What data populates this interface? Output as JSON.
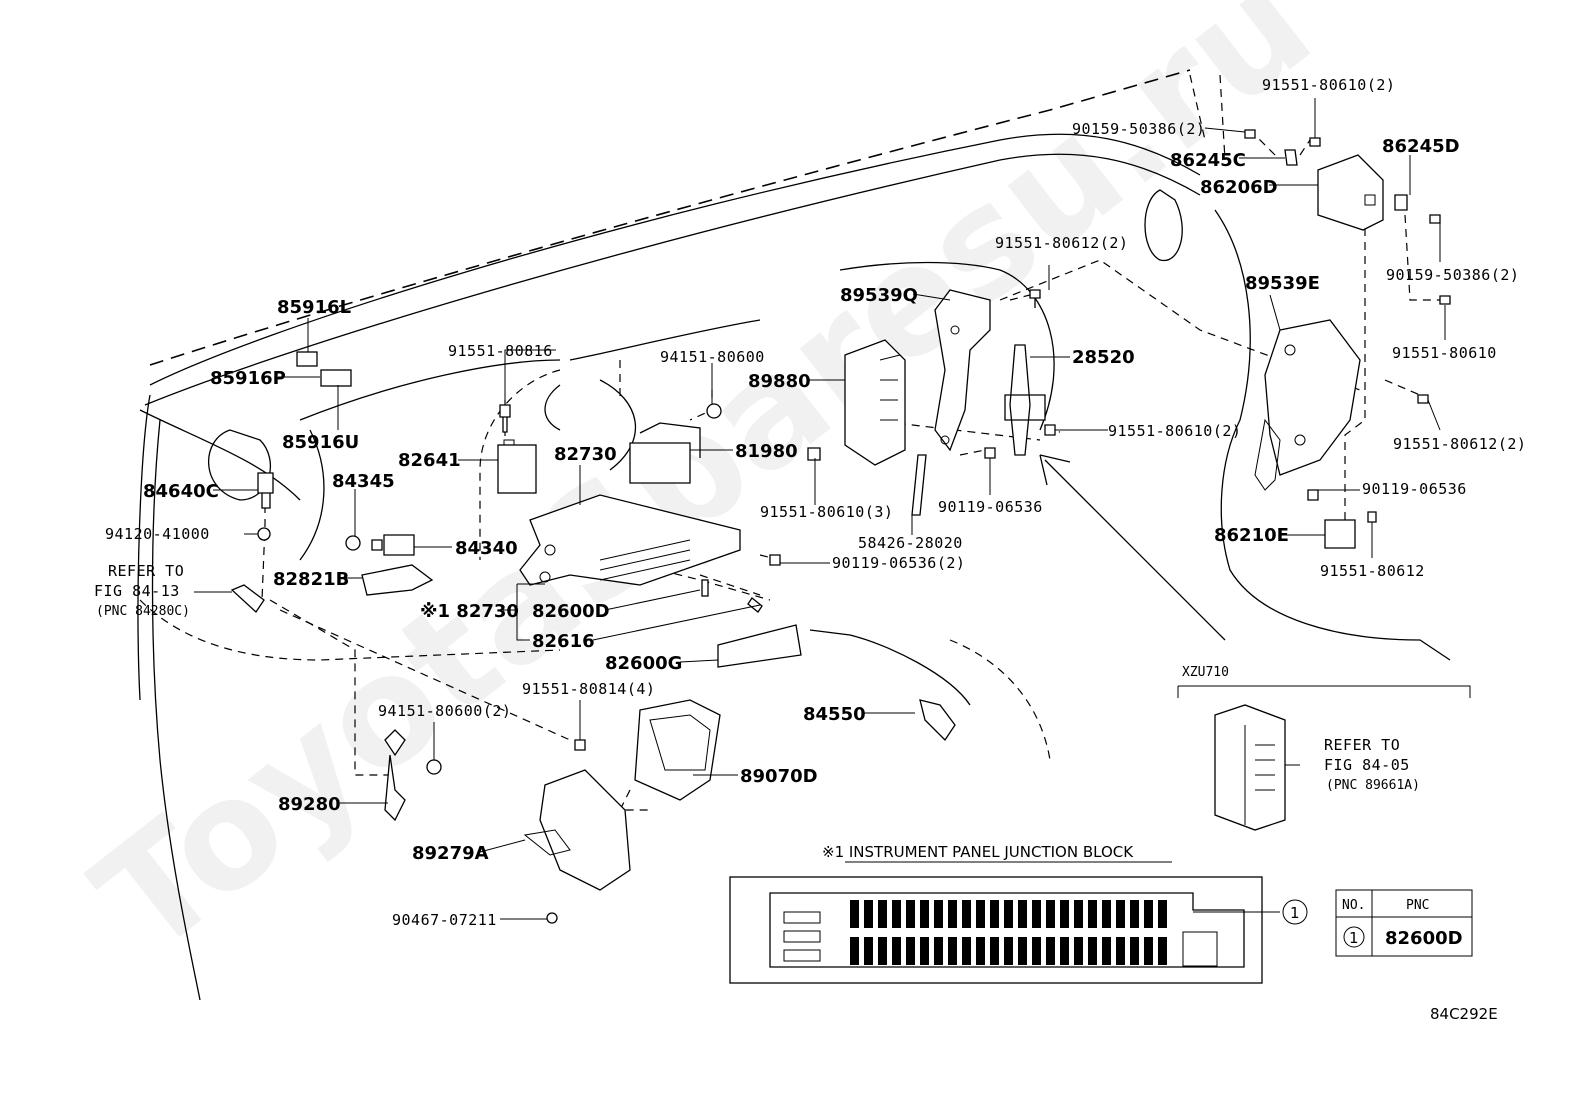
{
  "watermark": "ToyotaSparesu.ru",
  "diagram_code": "84C292E",
  "labels": {
    "p85916L": "85916L",
    "p85916P": "85916P",
    "p85916U": "85916U",
    "p91551_80816": "91551-80816",
    "p94151_80600": "94151-80600",
    "p89880": "89880",
    "p89539Q": "89539Q",
    "p91551_80612_2a": "91551-80612(2)",
    "p28520": "28520",
    "p82641": "82641",
    "p82730": "82730",
    "p81980": "81980",
    "p84345": "84345",
    "p84640C": "84640C",
    "p94120_41000": "94120-41000",
    "refer1_line1": "REFER TO",
    "refer1_line2": "FIG 84-13",
    "refer1_line3": "(PNC 84280C)",
    "p84340": "84340",
    "p82821B": "82821B",
    "p82730_star": "※1 82730",
    "p82600D": "82600D",
    "p82616": "82616",
    "p82600G": "82600G",
    "p91551_80610_3": "91551-80610(3)",
    "p90119_06536_2": "90119-06536(2)",
    "p58426_28020": "58426-28020",
    "p90119_06536a": "90119-06536",
    "p91551_80610_2b": "91551-80610(2)",
    "p91551_80610_2a": "91551-80610(2)",
    "p90159_50386_2a": "90159-50386(2)",
    "p86245C": "86245C",
    "p86206D": "86206D",
    "p86245D": "86245D",
    "p90159_50386_2b": "90159-50386(2)",
    "p91551_80610": "91551-80610",
    "p89539E": "89539E",
    "p91551_80612_2b": "91551-80612(2)",
    "p90119_06536b": "90119-06536",
    "p86210E": "86210E",
    "p91551_80612": "91551-80612",
    "p84550": "84550",
    "p91551_80814_4": "91551-80814(4)",
    "p94151_80600_2": "94151-80600(2)",
    "p89070D": "89070D",
    "p89280": "89280",
    "p89279A": "89279A",
    "p90467_07211": "90467-07211",
    "xzu_label": "XZU710",
    "refer2_line1": "REFER TO",
    "refer2_line2": "FIG 84-05",
    "refer2_line3": "(PNC 89661A)",
    "junction_title": "※1 INSTRUMENT PANEL JUNCTION BLOCK",
    "callout_num": "1"
  },
  "table": {
    "headers": [
      "NO.",
      "PNC"
    ],
    "rows": [
      {
        "no": "1",
        "pnc": "82600D"
      }
    ]
  }
}
